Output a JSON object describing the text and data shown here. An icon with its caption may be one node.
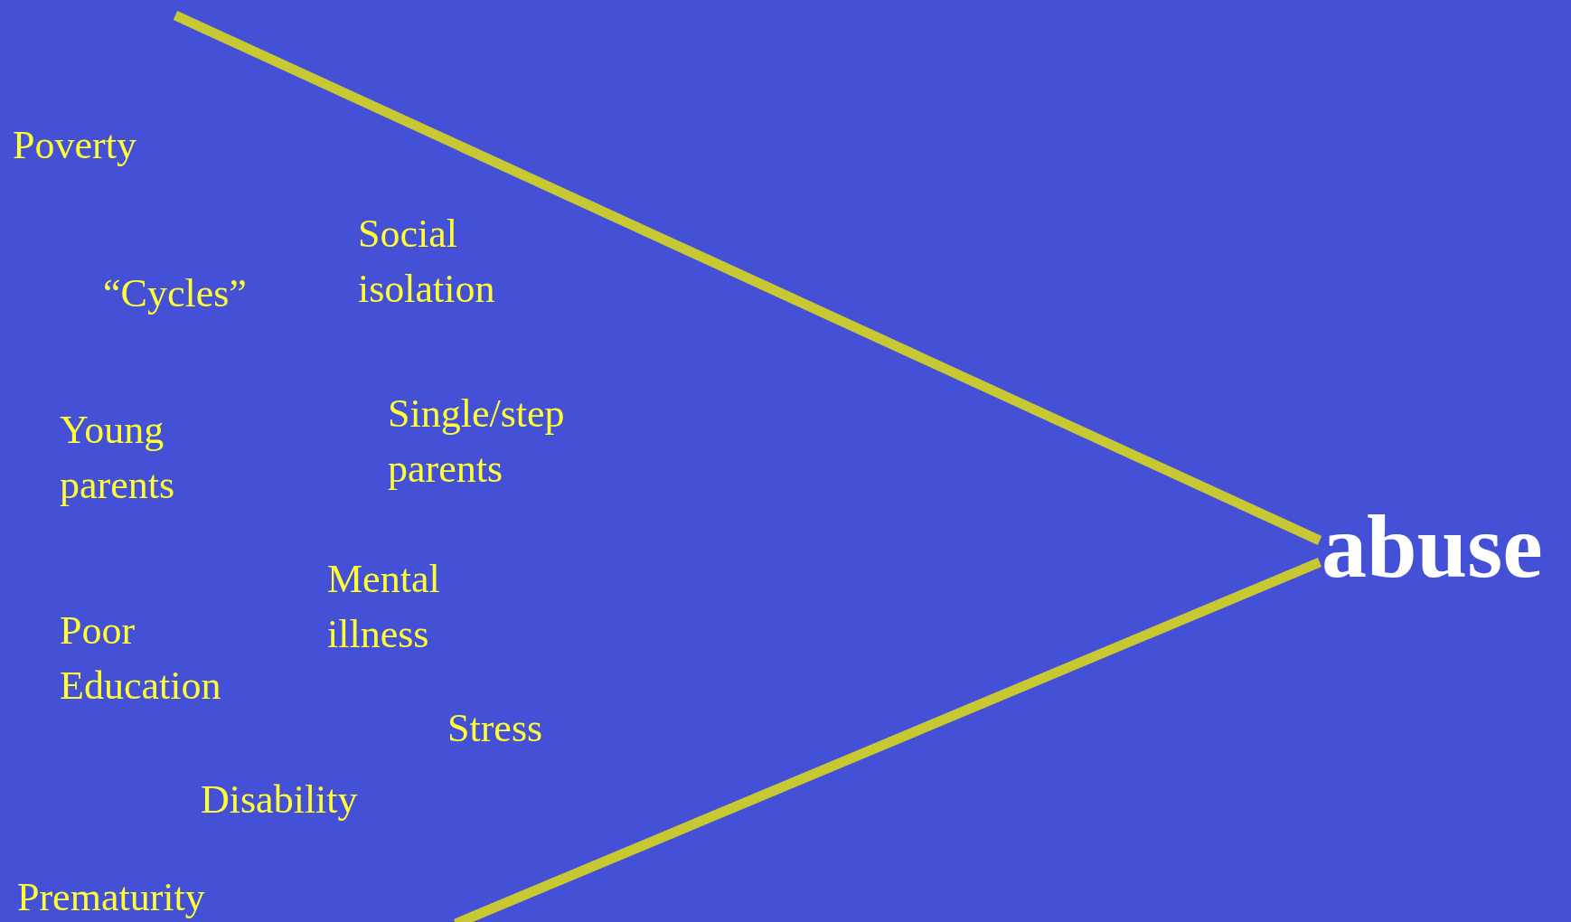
{
  "diagram": {
    "labels": [
      "Poverty",
      "Social isolation",
      "“Cycles”",
      "Single/step parents",
      "Young parents",
      "abuse",
      "Mental illness",
      "Poor Education",
      "Stress",
      "Disability",
      "Prematurity"
    ]
  }
}
